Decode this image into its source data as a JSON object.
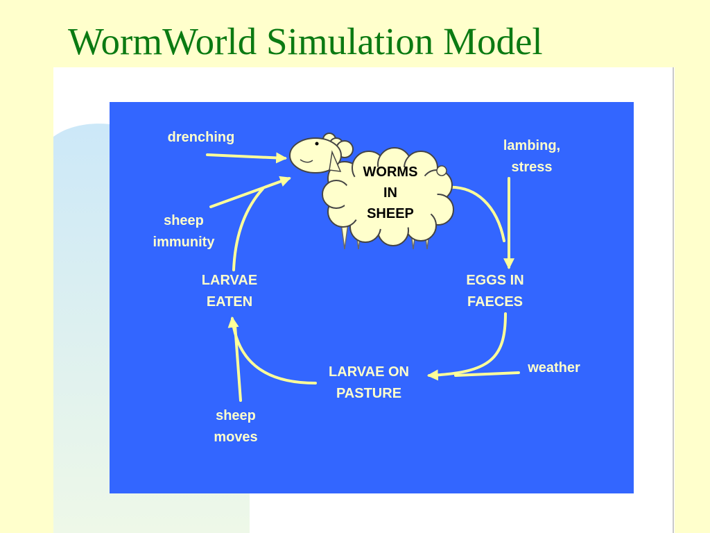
{
  "title": "WormWorld Simulation Model",
  "colors": {
    "background": "#ffffcc",
    "title": "#0b7a12",
    "panel": "#3366ff",
    "arrow": "#ffff99",
    "label": "#ffffcc"
  },
  "diagram": {
    "sheep": {
      "label_lines": [
        "WORMS",
        "IN",
        "SHEEP"
      ]
    },
    "nodes": {
      "eggs_in_faeces": [
        "EGGS IN",
        "FAECES"
      ],
      "larvae_on_pasture": [
        "LARVAE ON",
        "PASTURE"
      ],
      "larvae_eaten": [
        "LARVAE",
        "EATEN"
      ]
    },
    "influences": {
      "drenching": [
        "drenching"
      ],
      "sheep_immunity": [
        "sheep",
        "immunity"
      ],
      "lambing_stress": [
        "lambing,",
        "stress"
      ],
      "weather": [
        "weather"
      ],
      "sheep_moves": [
        "sheep",
        "moves"
      ]
    }
  }
}
